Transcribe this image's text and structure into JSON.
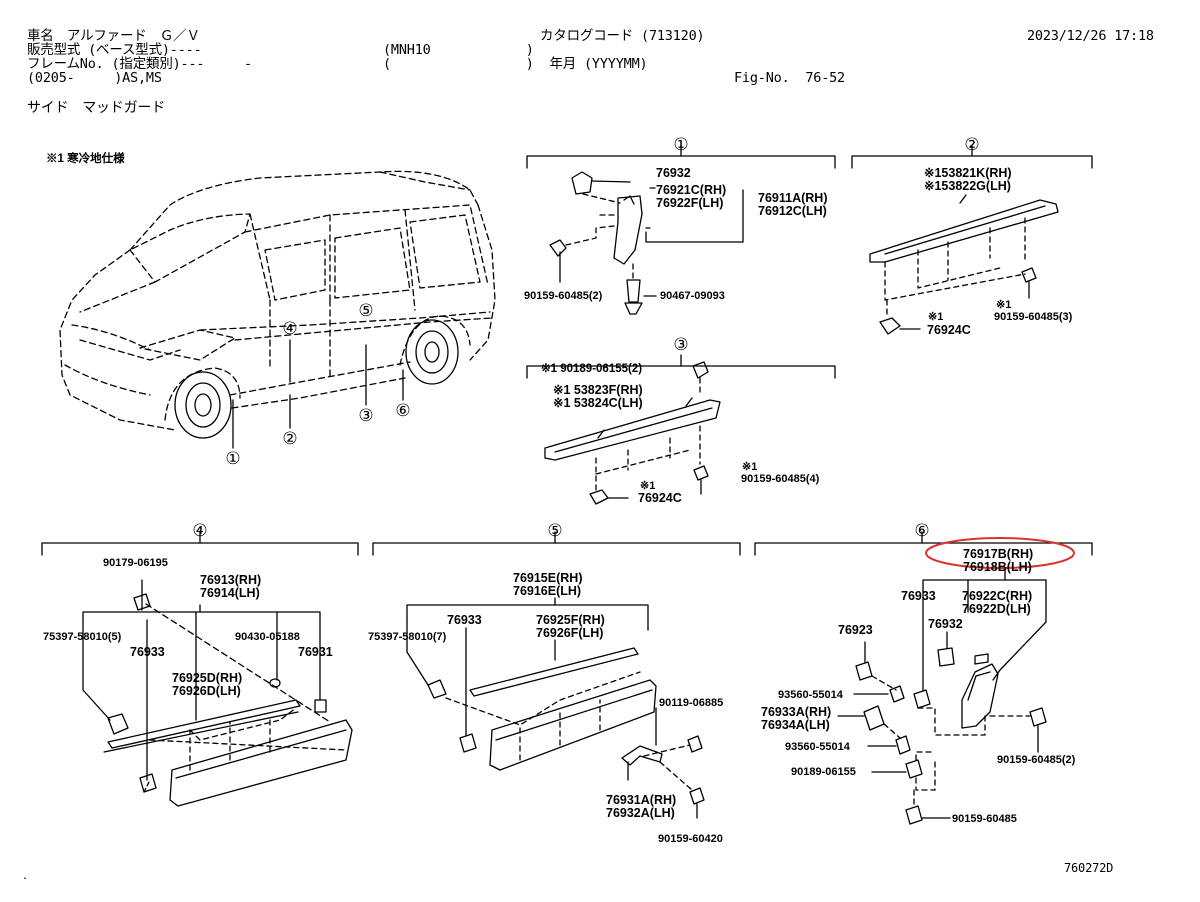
{
  "header": {
    "line1_left": "車名　アルファード　Ｇ／Ｖ",
    "line1_mid": "カタログコード (713120)",
    "line1_right": "2023/12/26 17:18",
    "line2_left": "販売型式 (ベース型式)----",
    "line2_code": "(MNH10            )",
    "line3_left": "フレームNo. (指定類別)---     -",
    "line3_mid": "(                 )  年月 (YYYYMM)",
    "line4_left": "(0205-     )AS,MS",
    "fig_no": "Fig-No.  76-52",
    "title": "サイド　マッドガード",
    "note": "※1 寒冷地仕様"
  },
  "footer": {
    "code": "760272D",
    "mark": "."
  },
  "labels": {
    "c1": "①",
    "c2": "②",
    "c3": "③",
    "c4": "④",
    "c5": "⑤",
    "c6": "⑥",
    "s1_a": "76932",
    "s1_b": "76921C(RH)",
    "s1_c": "76922F(LH)",
    "s1_d": "76911A(RH)",
    "s1_e": "76912C(LH)",
    "s1_f": "90159-60485(2)",
    "s1_g": "90467-09093",
    "s2_a": "※153821K(RH)",
    "s2_b": "※153822G(LH)",
    "s2_c": "※1",
    "s2_d": "76924C",
    "s2_e": "※1",
    "s2_f": "90159-60485(3)",
    "s3_a": "※1 90189-06155(2)",
    "s3_b": "※1  53823F(RH)",
    "s3_c": "※1  53824C(LH)",
    "s3_d": "※1",
    "s3_e": "90159-60485(4)",
    "s3_f": "※1",
    "s3_g": "76924C",
    "s4_a": "90179-06195",
    "s4_b": "76913(RH)",
    "s4_c": "76914(LH)",
    "s4_d": "75397-58010(5)",
    "s4_e": "76933",
    "s4_f": "90430-05188",
    "s4_g": "76931",
    "s4_h": "76925D(RH)",
    "s4_i": "76926D(LH)",
    "s5_a": "76915E(RH)",
    "s5_b": "76916E(LH)",
    "s5_c": "75397-58010(7)",
    "s5_d": "76933",
    "s5_e": "76925F(RH)",
    "s5_f": "76926F(LH)",
    "s5_g": "90119-06885",
    "s5_h": "76931A(RH)",
    "s5_i": "76932A(LH)",
    "s5_j": "90159-60420",
    "s6_a": "76917B(RH)",
    "s6_b": "76918B(LH)",
    "s6_c": "76933",
    "s6_d": "76922C(RH)",
    "s6_e": "76922D(LH)",
    "s6_f": "76923",
    "s6_g": "76932",
    "s6_h": "93560-55014",
    "s6_i": "76933A(RH)",
    "s6_j": "76934A(LH)",
    "s6_k": "93560-55014",
    "s6_l": "90189-06155",
    "s6_m": "90159-60485(2)",
    "s6_n": "90159-60485"
  },
  "colors": {
    "highlight": "#d9342b",
    "ink": "#000000"
  }
}
